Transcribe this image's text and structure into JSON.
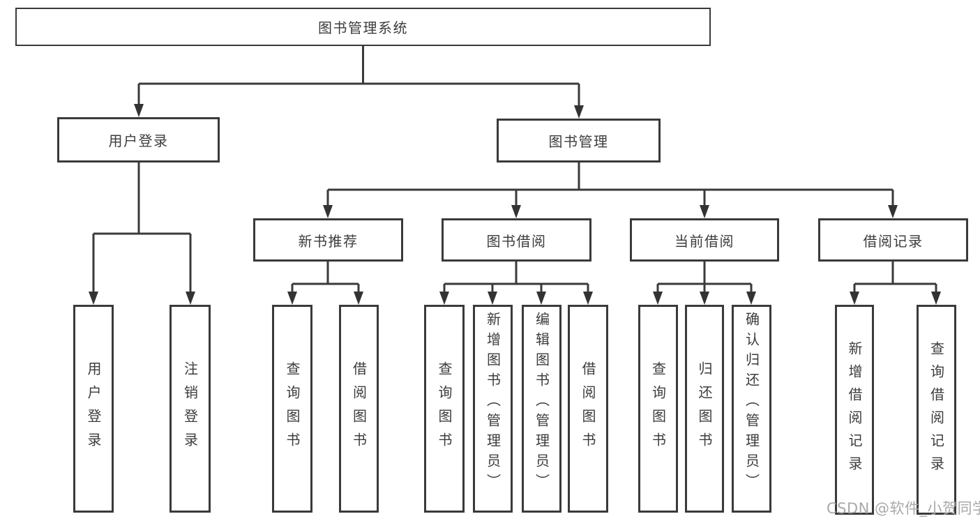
{
  "nodes": {
    "root": "图书管理系统",
    "user_login": "用户登录",
    "book_mgmt": "图书管理",
    "new_book_rec": "新书推荐",
    "book_borrow": "图书借阅",
    "current_borrow": "当前借阅",
    "borrow_record": "借阅记录",
    "leaf_user_login": "用户登录",
    "leaf_logout": "注销登录",
    "nb_query_book": "查询图书",
    "nb_borrow_book": "借阅图书",
    "bb_query_book": "查询图书",
    "bb_add_book": "新增图书（管理员）",
    "bb_edit_book": "编辑图书（管理员）",
    "bb_borrow_book": "借阅图书",
    "cb_query_book": "查询图书",
    "cb_return_book": "归还图书",
    "cb_confirm_return": "确认归还（管理员）",
    "br_add_record": "新增借阅记录",
    "br_query_record": "查询借阅记录"
  },
  "watermark": "CSDN @软件_小贺同学",
  "colors": {
    "line": "#3a3a3a",
    "text": "#3c3c3c",
    "watermark": "#a9a9a9",
    "background": "#ffffff"
  }
}
